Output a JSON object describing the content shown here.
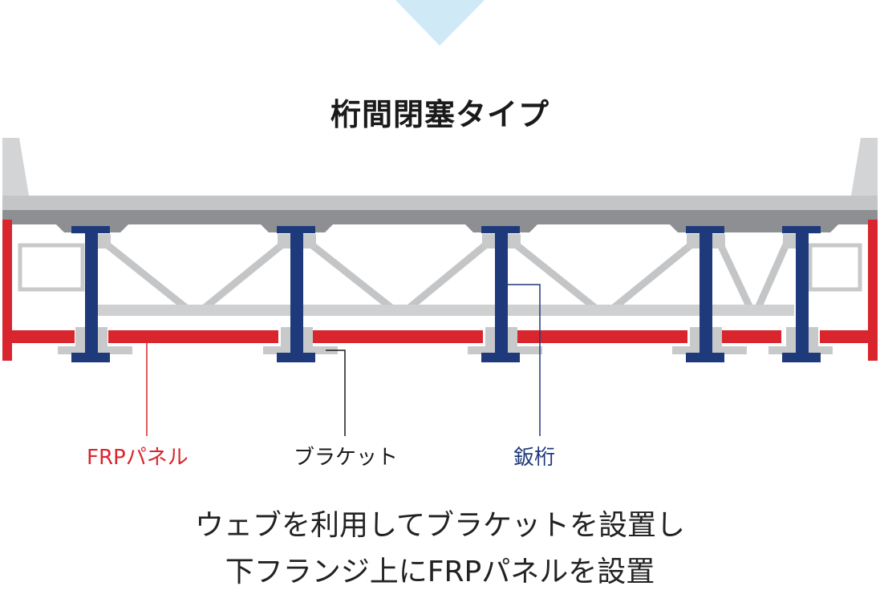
{
  "title": "桁間閉塞タイプ",
  "labels": {
    "frp_panel": "FRPパネル",
    "bracket": "ブラケット",
    "girder": "鈑桁"
  },
  "caption": {
    "line1": "ウェブを利用してブラケットを設置し",
    "line2": "下フランジ上にFRPパネルを設置"
  },
  "colors": {
    "frp_red": "#d9262e",
    "girder_blue": "#1f3a7a",
    "concrete_gray": "#c8c9ca",
    "bracing_gray": "#c0c2c4",
    "arrow_lightblue": "#cfe9f7"
  },
  "icons": {
    "arrow": "down-triangle-arrow"
  }
}
